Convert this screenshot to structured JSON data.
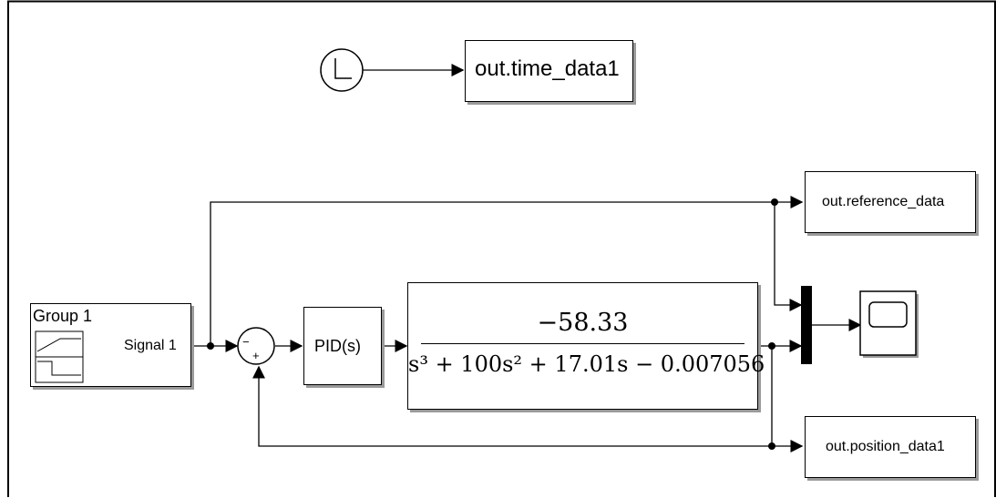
{
  "blocks": {
    "time_out": {
      "label": "out.time_data1"
    },
    "reference_out": {
      "label": "out.reference_data"
    },
    "position_out": {
      "label": "out.position_data1"
    },
    "signal_builder": {
      "group": "Group 1",
      "signal": "Signal 1"
    },
    "pid": {
      "label": "PID(s)"
    },
    "transfer_fcn": {
      "numerator": "−58.33",
      "denominator": "s³ + 100s² + 17.01s − 0.007056"
    },
    "sum": {
      "minus": "−",
      "plus": "+"
    }
  },
  "colors": {
    "line": "#000000",
    "shadow": "#9a9a9a"
  }
}
